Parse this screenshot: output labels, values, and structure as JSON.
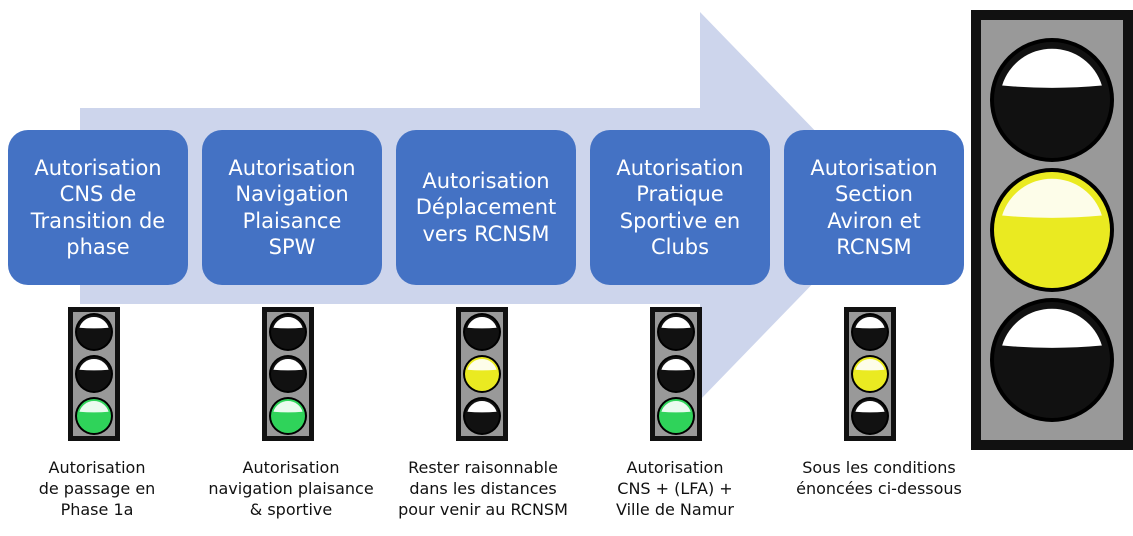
{
  "stages": [
    {
      "title": "Autorisation\nCNS de\nTransition de\nphase",
      "caption": "Autorisation\nde passage en\nPhase 1a",
      "light": "green"
    },
    {
      "title": "Autorisation\nNavigation\nPlaisance\nSPW",
      "caption": "Autorisation\nnavigation plaisance\n& sportive",
      "light": "green"
    },
    {
      "title": "Autorisation\nDéplacement\nvers RCNSM",
      "caption": "Rester raisonnable\ndans les distances\npour venir au RCNSM",
      "light": "yellow"
    },
    {
      "title": "Autorisation\nPratique\nSportive en\nClubs",
      "caption": "Autorisation\nCNS + (LFA) +\nVille de Namur",
      "light": "green"
    },
    {
      "title": "Autorisation\nSection\nAviron et\nRCNSM",
      "caption": "Sous les conditions\nénoncées ci-dessous",
      "light": "yellow"
    }
  ],
  "overall_light": "yellow",
  "colors": {
    "card": "#4472c4",
    "arrow": "#cdd5ec",
    "green": "#2fd35a",
    "yellow": "#eaea21",
    "off": "#111111",
    "housing": "#999999"
  }
}
